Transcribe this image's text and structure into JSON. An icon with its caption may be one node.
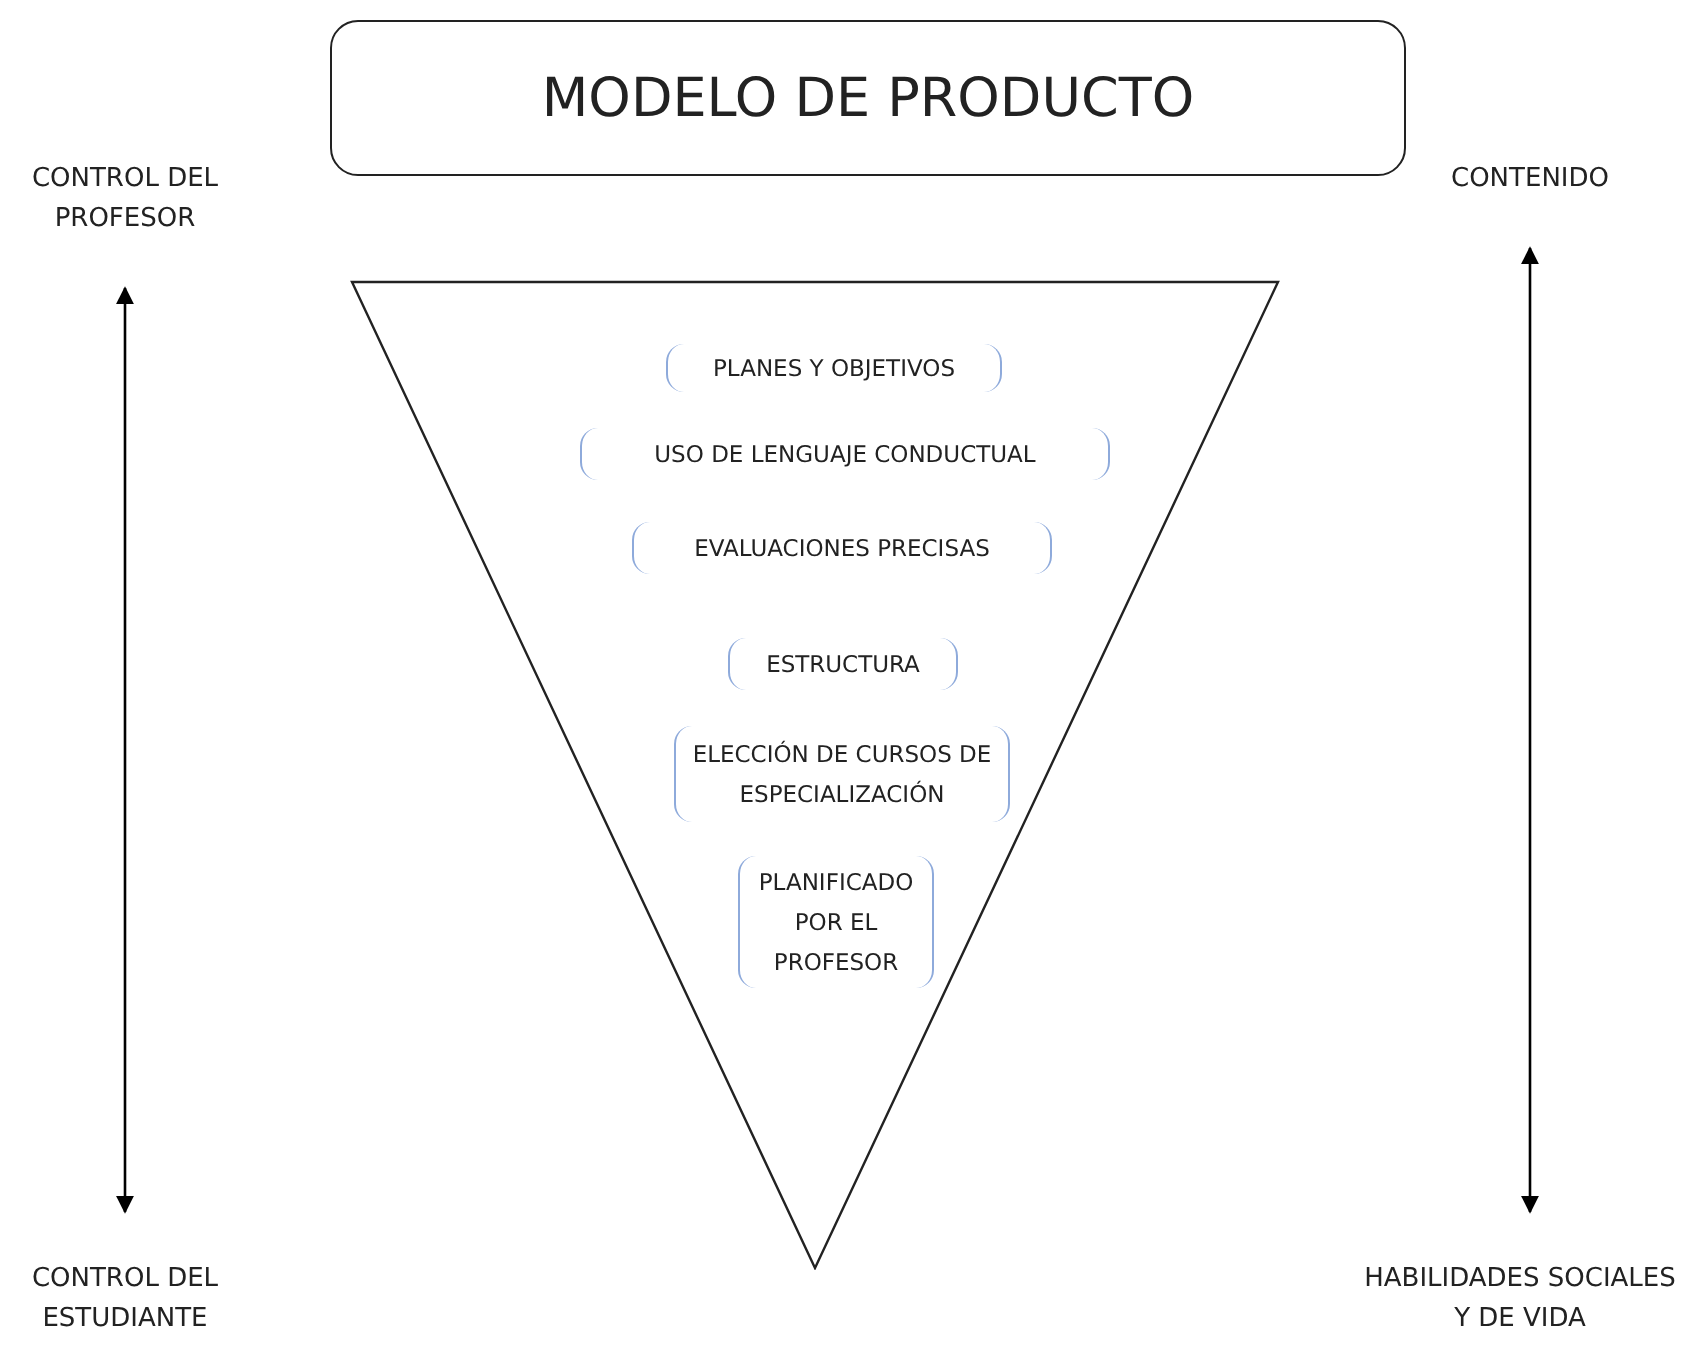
{
  "diagram": {
    "nodes": [
      {
        "text": [
          "MODELO DE PRODUCTO"
        ]
      },
      {
        "text": [],
        "shape": "triangle"
      },
      {
        "text": [
          "PLANES Y OBJETIVOS"
        ],
        "in": 1
      },
      {
        "text": [
          "USO DE LENGUAJE CONDUCTUAL"
        ],
        "in": 1
      },
      {
        "text": [
          "EVALUACIONES PRECISAS"
        ],
        "in": 1
      },
      {
        "text": [
          "ESTRUCTURA"
        ],
        "in": 1
      },
      {
        "text": [
          "ELECCIÓN DE CURSOS DE ESPECIALIZACIÓN"
        ],
        "in": 1
      },
      {
        "text": [
          "PLANIFICADO POR EL PROFESOR"
        ],
        "in": 1
      },
      {
        "text": [
          "CONTROL DEL PROFESOR"
        ]
      },
      {
        "text": [
          "CONTROL DEL ESTUDIANTE"
        ]
      },
      {
        "text": [
          "CONTENIDO"
        ]
      },
      {
        "text": [
          "HABILIDADES SOCIALES Y DE VIDA"
        ]
      }
    ],
    "edges": [
      {
        "from": 8,
        "to": 9,
        "arrow": "both"
      },
      {
        "from": 10,
        "to": 11,
        "arrow": "both"
      }
    ]
  }
}
